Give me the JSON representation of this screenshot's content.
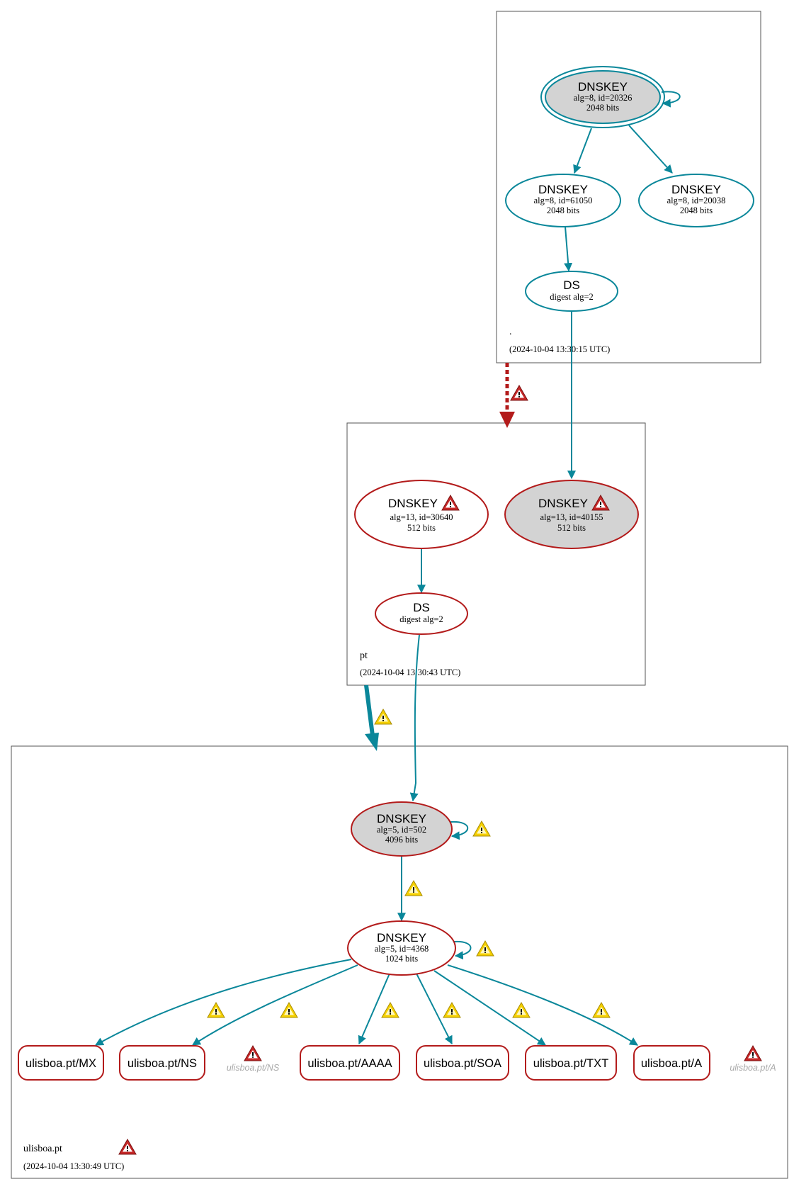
{
  "zones": {
    "root": {
      "label": ".",
      "date": "(2024-10-04 13:30:15 UTC)"
    },
    "pt": {
      "label": "pt",
      "date": "(2024-10-04 13:30:43 UTC)"
    },
    "ulisboa": {
      "label": "ulisboa.pt",
      "date": "(2024-10-04 13:30:49 UTC)"
    }
  },
  "nodes": {
    "root_ksk": {
      "title": "DNSKEY",
      "line1": "alg=8, id=20326",
      "line2": "2048 bits"
    },
    "root_zsk1": {
      "title": "DNSKEY",
      "line1": "alg=8, id=61050",
      "line2": "2048 bits"
    },
    "root_zsk2": {
      "title": "DNSKEY",
      "line1": "alg=8, id=20038",
      "line2": "2048 bits"
    },
    "root_ds": {
      "title": "DS",
      "line1": "digest alg=2"
    },
    "pt_key1": {
      "title": "DNSKEY",
      "line1": "alg=13, id=30640",
      "line2": "512 bits"
    },
    "pt_key2": {
      "title": "DNSKEY",
      "line1": "alg=13, id=40155",
      "line2": "512 bits"
    },
    "pt_ds": {
      "title": "DS",
      "line1": "digest alg=2"
    },
    "ul_ksk": {
      "title": "DNSKEY",
      "line1": "alg=5, id=502",
      "line2": "4096 bits"
    },
    "ul_zsk": {
      "title": "DNSKEY",
      "line1": "alg=5, id=4368",
      "line2": "1024 bits"
    }
  },
  "rrsets": [
    "ulisboa.pt/MX",
    "ulisboa.pt/NS",
    "ulisboa.pt/AAAA",
    "ulisboa.pt/SOA",
    "ulisboa.pt/TXT",
    "ulisboa.pt/A"
  ],
  "ghosts": {
    "ns": "ulisboa.pt/NS",
    "a": "ulisboa.pt/A"
  },
  "colors": {
    "teal": "#0a879a",
    "red": "#b31b1b",
    "darkred": "#c01010",
    "grey_fill": "#d3d3d3",
    "warn_yellow": "#f5d000"
  },
  "icons": [
    "error-triangle-icon",
    "warning-triangle-icon"
  ]
}
